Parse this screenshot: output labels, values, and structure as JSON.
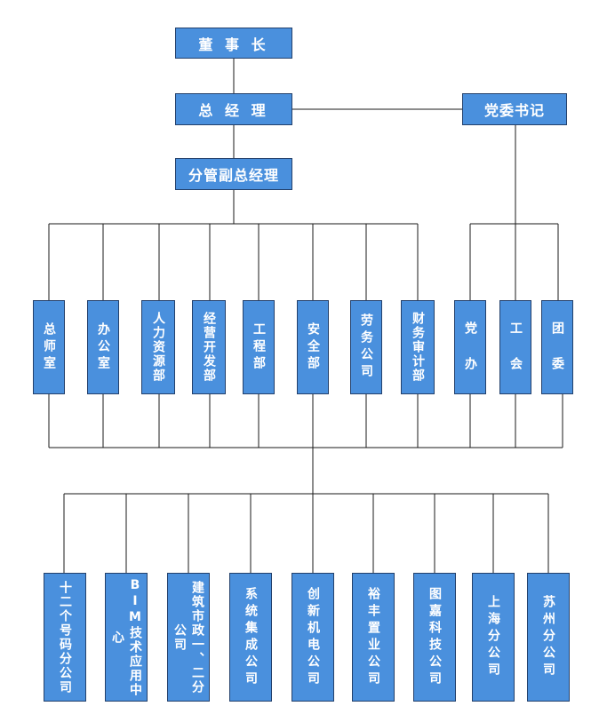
{
  "nodes": {
    "chairman": "董 事 长",
    "general_manager": "总 经 理",
    "party_secretary": "党委书记",
    "deputy_gm": "分管副总经理",
    "departments": [
      "总师室",
      "办公室",
      "人力资源部",
      "经营开发部",
      "工程部",
      "安全部",
      "劳务公司",
      "财务审计部"
    ],
    "party_units": [
      "党 办",
      "工 会",
      "团 委"
    ],
    "subsidiaries": [
      "十二个号码分公司",
      "BIM技术应用中心",
      "建筑市政一、二分公司",
      "系统集成公司",
      "创新机电公司",
      "裕丰置业公司",
      "图嘉科技公司",
      "上海分公司",
      "苏州分公司"
    ]
  }
}
